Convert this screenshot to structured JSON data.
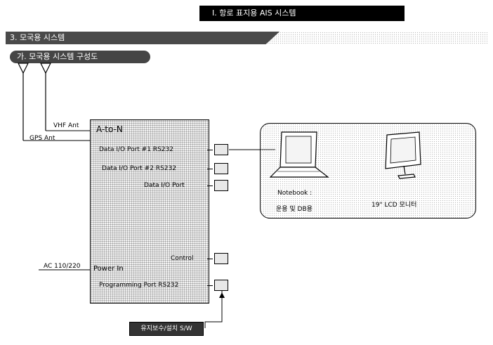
{
  "header": {
    "title": "Ⅰ. 항로 표지용 AIS 시스템"
  },
  "section": {
    "title": "3. 모국용 시스템"
  },
  "subsection": {
    "title": "가. 모국용 시스템 구성도"
  },
  "diagram": {
    "device_name": "A-to-N",
    "antenna_labels": {
      "vhf": "VHF Ant",
      "gps": "GPS Ant"
    },
    "ports": {
      "data1": "Data I/O Port #1 RS232",
      "data2": "Data I/O Port #2 RS232",
      "data3": "Data I/O Port",
      "control": "Control",
      "programming": "Programming Port RS232"
    },
    "power": {
      "label": "Power In",
      "source": "AC 110/220"
    },
    "notebook": {
      "label": "Notebook :",
      "usage": "운용 및 DB용"
    },
    "monitor": {
      "label": "19\" LCD 모니터"
    },
    "software_box": "유지보수/설치 S/W"
  }
}
